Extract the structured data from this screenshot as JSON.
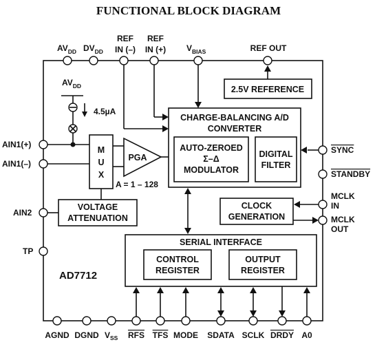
{
  "title": "FUNCTIONAL BLOCK DIAGRAM",
  "part_number": "AD7712",
  "top_pins": {
    "avdd": {
      "main": "AV",
      "sub": "DD"
    },
    "dvdd": {
      "main": "DV",
      "sub": "DD"
    },
    "ref_in_minus": {
      "line1": "REF",
      "line2": "IN (–)"
    },
    "ref_in_plus": {
      "line1": "REF",
      "line2": "IN (+)"
    },
    "vbias": {
      "main": "V",
      "sub": "BIAS"
    },
    "ref_out": "REF OUT"
  },
  "current_source": {
    "supply": {
      "main": "AV",
      "sub": "DD"
    },
    "value": "4.5µA"
  },
  "left_pins": {
    "ain1_plus": "AIN1(+)",
    "ain1_minus": "AIN1(–)",
    "ain2": "AIN2",
    "tp": "TP"
  },
  "right_pins": {
    "sync": "SYNC",
    "standby": "STANDBY",
    "mclk_in": {
      "line1": "MCLK",
      "line2": "IN"
    },
    "mclk_out": {
      "line1": "MCLK",
      "line2": "OUT"
    }
  },
  "bottom_pins": {
    "agnd": "AGND",
    "dgnd": "DGND",
    "vss": {
      "main": "V",
      "sub": "SS"
    },
    "rfs": "RFS",
    "tfs": "TFS",
    "mode": "MODE",
    "sdata": "SDATA",
    "sclk": "SCLK",
    "drdy": "DRDY",
    "a0": "A0"
  },
  "blocks": {
    "reference": "2.5V REFERENCE",
    "adc": {
      "line1": "CHARGE-BALANCING A/D",
      "line2": "CONVERTER"
    },
    "modulator": {
      "line1": "AUTO-ZEROED",
      "line2": "Σ–Δ",
      "line3": "MODULATOR"
    },
    "digital_filter": {
      "line1": "DIGITAL",
      "line2": "FILTER"
    },
    "mux": [
      "M",
      "U",
      "X"
    ],
    "pga": "PGA",
    "gain": "A = 1 – 128",
    "voltage_attenuation": {
      "line1": "VOLTAGE",
      "line2": "ATTENUATION"
    },
    "clock_generation": {
      "line1": "CLOCK",
      "line2": "GENERATION"
    },
    "serial_interface": "SERIAL INTERFACE",
    "control_register": {
      "line1": "CONTROL",
      "line2": "REGISTER"
    },
    "output_register": {
      "line1": "OUTPUT",
      "line2": "REGISTER"
    }
  }
}
